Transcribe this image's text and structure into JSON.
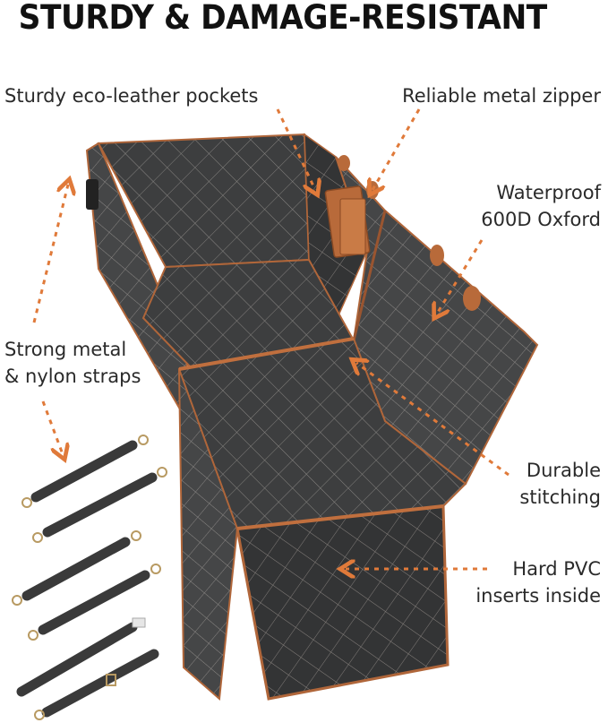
{
  "headline": "STURDY & DAMAGE-RESISTANT",
  "colors": {
    "accent_orange": "#e07a3a",
    "fabric_dark": "#3a3b3c",
    "fabric_mid": "#4a4b4c",
    "stitch": "#8c8a86",
    "piping_leather": "#b0663a",
    "text": "#2a2a2a"
  },
  "callouts": [
    {
      "id": "pockets",
      "lines": [
        "Sturdy eco-leather pockets"
      ]
    },
    {
      "id": "zipper",
      "lines": [
        "Reliable metal zipper"
      ]
    },
    {
      "id": "oxford",
      "lines": [
        "Waterproof",
        "600D Oxford"
      ]
    },
    {
      "id": "straps",
      "lines": [
        "Strong metal",
        "& nylon straps"
      ]
    },
    {
      "id": "stitching",
      "lines": [
        "Durable",
        "stitching"
      ]
    },
    {
      "id": "pvc",
      "lines": [
        "Hard PVC",
        "inserts inside"
      ]
    }
  ],
  "product": {
    "name": "quilted-back-seat-dog-cover",
    "strap_count": 6
  }
}
